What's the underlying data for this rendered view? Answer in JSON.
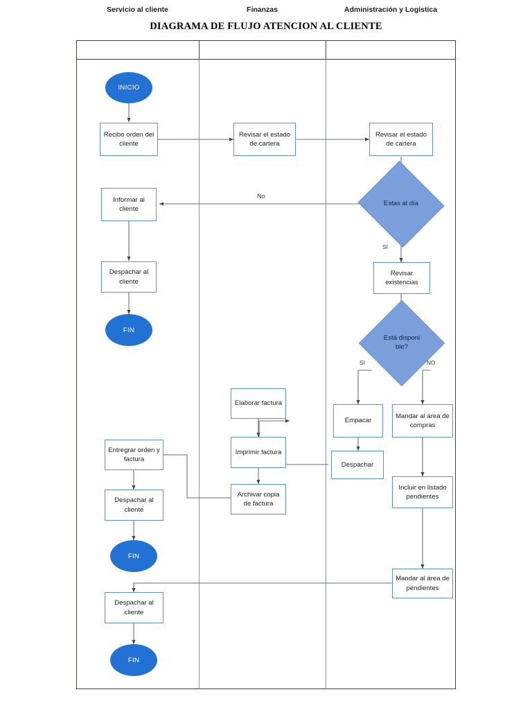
{
  "title": "DIAGRAMA DE FLUJO ATENCION AL CLIENTE",
  "colors": {
    "terminator_fill": "#2272d6",
    "decision_fill": "#7b9fdb",
    "process_border": "#5b8fdb",
    "process_fill": "#ffffff",
    "connector": "#4a4f63",
    "frame_border": "#3b3f4c"
  },
  "lanes": [
    {
      "id": "servicio",
      "label": "Servicio al cliente"
    },
    {
      "id": "finanzas",
      "label": "Finanzas"
    },
    {
      "id": "admin",
      "label": "Administración y Logística"
    }
  ],
  "nodes": {
    "inicio": {
      "label": "INICIO",
      "type": "terminator",
      "lane": "servicio"
    },
    "recibo_orden": {
      "label": "Recibo orden del cliente",
      "type": "process",
      "lane": "servicio"
    },
    "revisar_cartera_fin": {
      "label": "Revisar el estado de cartera",
      "type": "process",
      "lane": "finanzas"
    },
    "revisar_cartera_adm": {
      "label": "Revisar el estado de cartera",
      "type": "process",
      "lane": "admin"
    },
    "estas_al_dia": {
      "label": "Estas al día",
      "type": "decision",
      "lane": "admin"
    },
    "informar_cliente": {
      "label": "Informar al cliente",
      "type": "process",
      "lane": "servicio"
    },
    "despachar_cliente_1": {
      "label": "Despachar al cliente",
      "type": "process",
      "lane": "servicio"
    },
    "fin_1": {
      "label": "FIN",
      "type": "terminator",
      "lane": "servicio"
    },
    "revisar_existencias": {
      "label": "Revisar existencias",
      "type": "process",
      "lane": "admin"
    },
    "esta_disponible": {
      "label": "Está disponi ble?",
      "type": "decision",
      "lane": "admin"
    },
    "empacar": {
      "label": "Empacar",
      "type": "process",
      "lane": "admin"
    },
    "despachar": {
      "label": "Despachar",
      "type": "process",
      "lane": "admin"
    },
    "mandar_compras": {
      "label": "Mandar al área de compras",
      "type": "process",
      "lane": "admin"
    },
    "incluir_listado": {
      "label": "Incluir en listado pendientes",
      "type": "process",
      "lane": "admin"
    },
    "mandar_pendientes": {
      "label": "Mandar al área de pendientes",
      "type": "process",
      "lane": "admin"
    },
    "elaborar_factura": {
      "label": "Elaborar factura",
      "type": "process",
      "lane": "finanzas"
    },
    "imprimir_factura": {
      "label": "Imprimir factura",
      "type": "process",
      "lane": "finanzas"
    },
    "archivar_copia": {
      "label": "Archivar copia de factura",
      "type": "process",
      "lane": "finanzas"
    },
    "entregrar_orden": {
      "label": "Entregrar orden y factura",
      "type": "process",
      "lane": "servicio"
    },
    "despachar_cliente_2": {
      "label": "Despachar al cliente",
      "type": "process",
      "lane": "servicio"
    },
    "fin_2": {
      "label": "FIN",
      "type": "terminator",
      "lane": "servicio"
    },
    "despachar_cliente_3": {
      "label": "Despachar al cliente",
      "type": "process",
      "lane": "servicio"
    },
    "fin_3": {
      "label": "FIN",
      "type": "terminator",
      "lane": "servicio"
    }
  },
  "edge_labels": {
    "no_cartera": "No",
    "si_al_dia": "SI",
    "si_disponible": "SI",
    "no_disponible": "NO"
  }
}
